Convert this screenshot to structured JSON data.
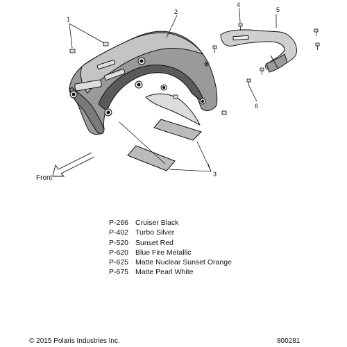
{
  "callouts": {
    "c1": "1",
    "c2": "2",
    "c3": "3",
    "c4": "4",
    "c5": "5",
    "c6": "6"
  },
  "front_label": "Front",
  "color_options": [
    {
      "code": "P-266",
      "name": "Cruiser Black"
    },
    {
      "code": "P-402",
      "name": "Turbo Silver"
    },
    {
      "code": "P-520",
      "name": "Sunset Red"
    },
    {
      "code": "P-620",
      "name": "Blue Fire Metallic"
    },
    {
      "code": "P-625",
      "name": "Matte Nuclear Sunset Orange"
    },
    {
      "code": "P-675",
      "name": "Matte Pearl White"
    }
  ],
  "footer": {
    "copyright": "© 2015 Polaris Industries Inc.",
    "diagram_number": "800281"
  },
  "colors": {
    "ink": "#111111",
    "fender_shade": "#888888",
    "fender_light": "#bbbbbb"
  }
}
